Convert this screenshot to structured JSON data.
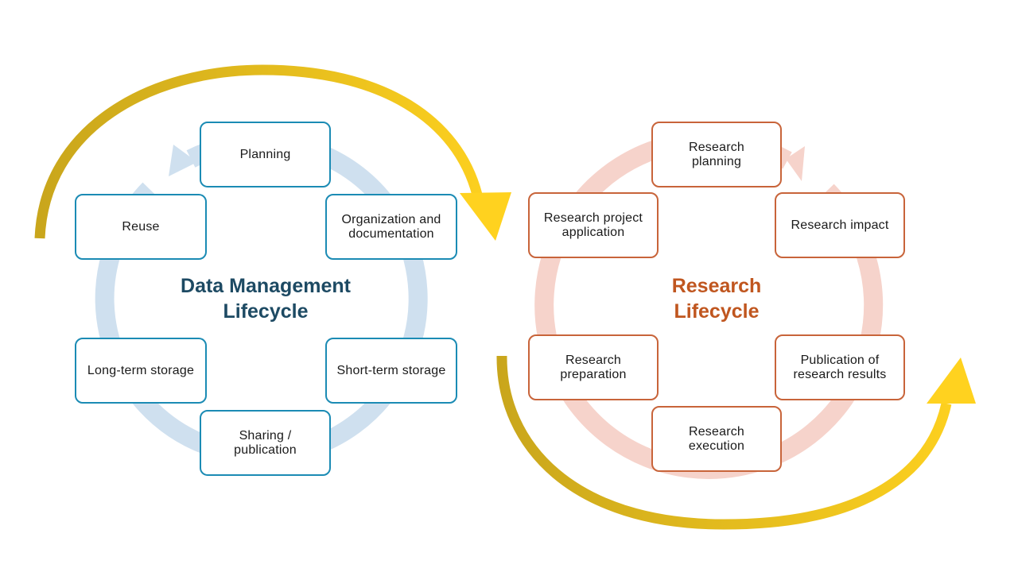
{
  "colors": {
    "dm_ring": "#cfe0ef",
    "dm_box_border": "#1b8bb4",
    "dm_title": "#1d4a63",
    "rl_ring": "#f6d3cb",
    "rl_box_border": "#c8643a",
    "rl_title": "#c0561f",
    "arrow_dark": "#c9a61c",
    "arrow_light": "#ffd21f"
  },
  "data_management": {
    "title": "Data Management\nLifecycle",
    "stages": {
      "planning": "Planning",
      "organization": "Organization and\ndocumentation",
      "short_term": "Short-term storage",
      "sharing": "Sharing /\npublication",
      "long_term": "Long-term storage",
      "reuse": "Reuse"
    }
  },
  "research": {
    "title": "Research\nLifecycle",
    "stages": {
      "planning": "Research\nplanning",
      "impact": "Research impact",
      "publication": "Publication of\nresearch results",
      "execution": "Research\nexecution",
      "preparation": "Research\npreparation",
      "application": "Research project\napplication"
    }
  }
}
